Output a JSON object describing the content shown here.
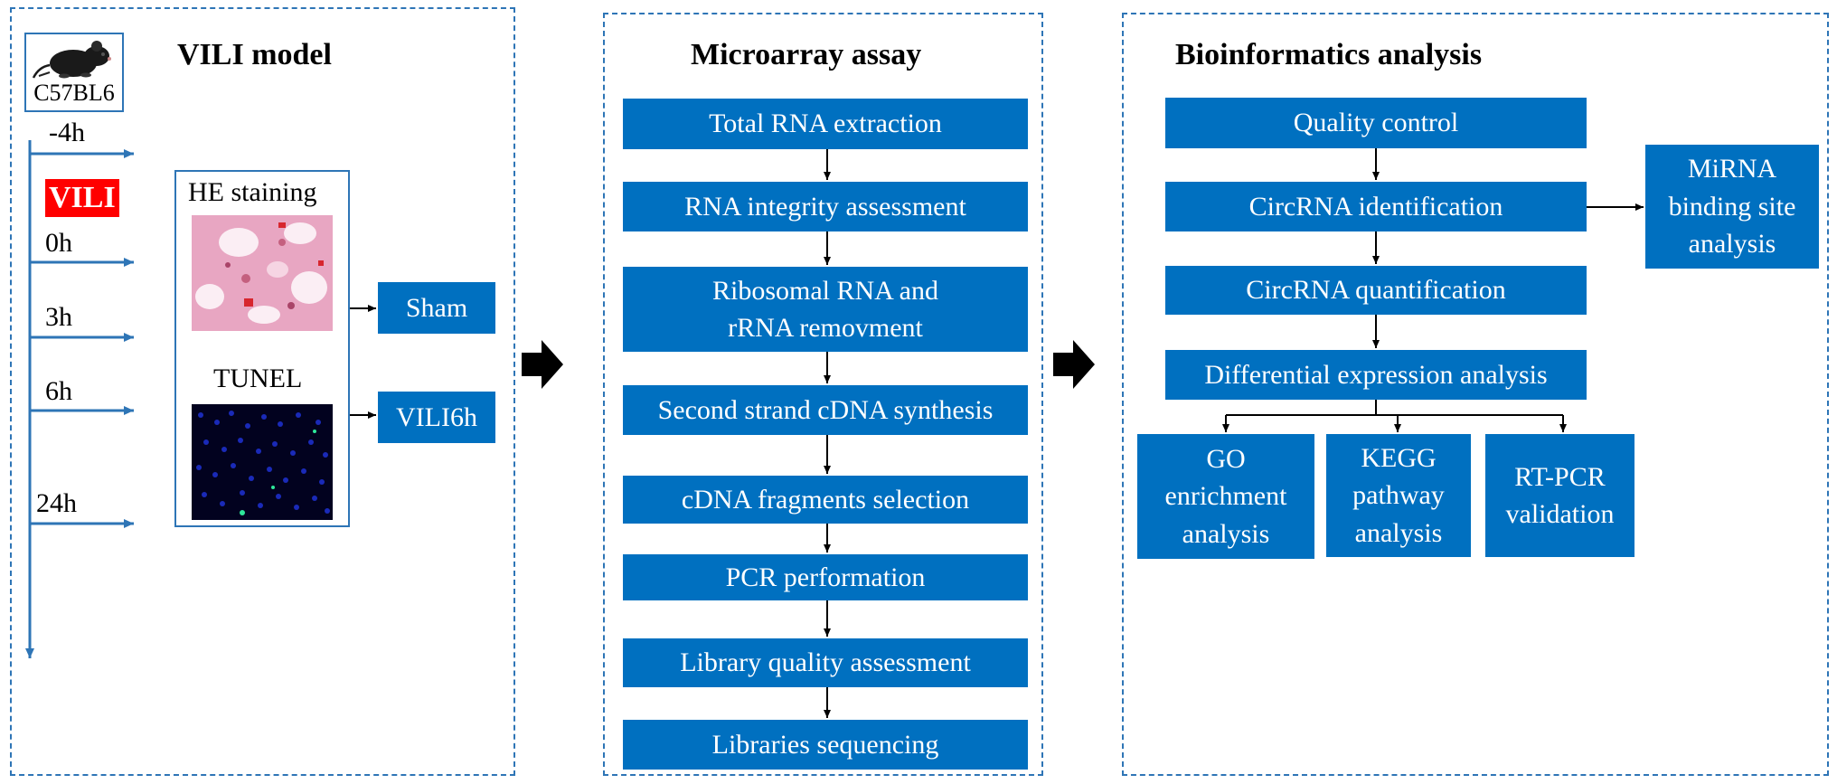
{
  "colors": {
    "accent": "#0070c0",
    "border": "#2e75b6",
    "vili_tag": "#ff0000"
  },
  "vili_panel": {
    "title": "VILI model",
    "strain": "C57BL6",
    "timepoints": [
      "-4h",
      "0h",
      "3h",
      "6h",
      "24h"
    ],
    "intervention": "VILI",
    "he_label": "HE staining",
    "tunel_label": "TUNEL",
    "groups": [
      "Sham",
      "VILI6h"
    ],
    "icons": [
      "mouse-icon",
      "he-staining-image",
      "tunel-image"
    ]
  },
  "microarray_panel": {
    "title": "Microarray assay",
    "steps": [
      "Total RNA extraction",
      "RNA integrity  assessment",
      "Ribosomal RNA and\nrRNA  removment",
      "Second strand cDNA synthesis",
      "cDNA fragments selection",
      "PCR performation",
      "Library quality assessment",
      "Libraries sequencing"
    ]
  },
  "bioinfo_panel": {
    "title": "Bioinformatics analysis",
    "steps": [
      "Quality control",
      "CircRNA identification",
      "CircRNA quantification",
      "Differential expression analysis"
    ],
    "side_box": "MiRNA\nbinding site\nanalysis",
    "outputs": [
      "GO\nenrichment\nanalysis",
      "KEGG\npathway\nanalysis",
      "RT-PCR\nvalidation"
    ]
  }
}
